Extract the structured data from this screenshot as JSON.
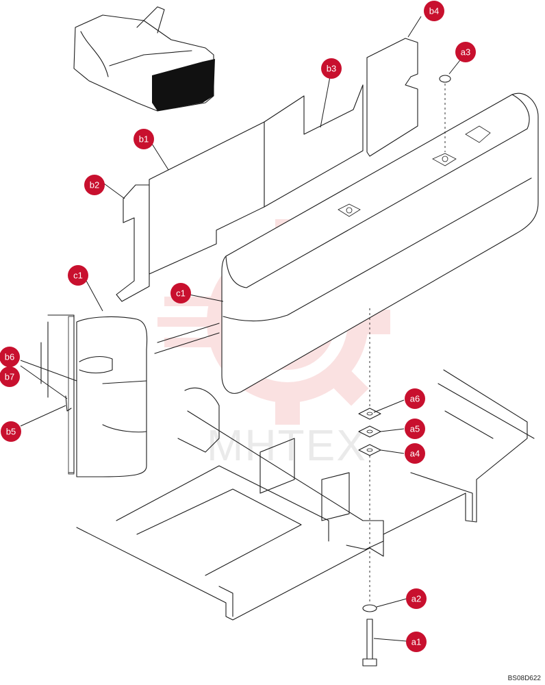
{
  "diagram": {
    "reference_code": "BS08D622",
    "watermark_text": "MHTEX",
    "callout_color": "#c8102e",
    "callouts": [
      {
        "id": "a1",
        "label": "a1"
      },
      {
        "id": "a2",
        "label": "a2"
      },
      {
        "id": "a3",
        "label": "a3"
      },
      {
        "id": "a4",
        "label": "a4"
      },
      {
        "id": "a5",
        "label": "a5"
      },
      {
        "id": "a6",
        "label": "a6"
      },
      {
        "id": "b1",
        "label": "b1"
      },
      {
        "id": "b2",
        "label": "b2"
      },
      {
        "id": "b3",
        "label": "b3"
      },
      {
        "id": "b4",
        "label": "b4"
      },
      {
        "id": "b5",
        "label": "b5"
      },
      {
        "id": "b6",
        "label": "b6"
      },
      {
        "id": "b7",
        "label": "b7"
      },
      {
        "id": "c1-top",
        "label": "c1"
      },
      {
        "id": "c1-main",
        "label": "c1"
      }
    ]
  }
}
